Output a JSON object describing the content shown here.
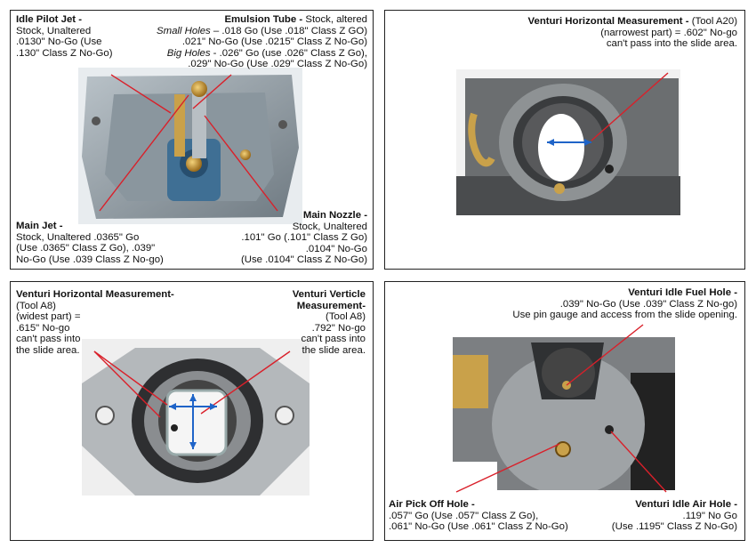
{
  "panel1": {
    "idle_pilot_jet": {
      "title": "Idle Pilot Jet -",
      "lines": [
        "Stock, Unaltered",
        ".0130\" No-Go (Use",
        ".130\" Class Z No-Go)"
      ]
    },
    "emulsion_tube": {
      "title": "Emulsion Tube -",
      "title_suffix": " Stock, altered",
      "small_holes_label": "Small Holes",
      "small_holes_text": " – .018 Go (Use .018\" Class Z GO)",
      "line2": ".021\" No-Go (Use .0215\" Class Z No-Go)",
      "big_holes_label": "Big Holes",
      "big_holes_text": " - .026\" Go (use .026\" Class Z Go),",
      "line4": ".029\" No-Go (Use .029\" Class Z No-Go)"
    },
    "main_jet": {
      "title": "Main Jet -",
      "lines": [
        "Stock, Unaltered  .0365\" Go",
        "(Use .0365\" Class Z Go), .039\"",
        "No-Go (Use .039 Class Z No-go)"
      ]
    },
    "main_nozzle": {
      "title": "Main Nozzle -",
      "lines": [
        "Stock, Unaltered",
        ".101\" Go (.101\" Class Z Go)",
        ".0104\" No-Go",
        "(Use .0104\" Class Z No-Go)"
      ]
    }
  },
  "panel2": {
    "title": "Venturi Horizontal Measurement -",
    "title_suffix": " (Tool A20)",
    "lines": [
      "(narrowest part) = .602\" No-go",
      "can't pass into the slide area."
    ]
  },
  "panel3": {
    "left": {
      "title": "Venturi Horizontal Measurement-",
      "lines": [
        "(Tool A8)",
        "(widest part) =",
        ".615\" No-go",
        "can't pass into",
        "the slide area."
      ]
    },
    "right": {
      "title_lines": [
        "Venturi Verticle",
        "Measurement-"
      ],
      "lines": [
        "(Tool A8)",
        ".792\" No-go",
        "can't pass into",
        "the slide area."
      ]
    }
  },
  "panel4": {
    "idle_fuel_hole": {
      "title": "Venturi Idle Fuel Hole -",
      "lines": [
        ".039\" No-Go (Use .039\" Class Z No-go)",
        "Use pin gauge and access from the slide opening."
      ]
    },
    "air_pick_off": {
      "title": "Air Pick Off Hole -",
      "lines": [
        ".057\" Go (Use .057\" Class Z Go),",
        ".061\" No-Go (Use .061\" Class Z No-Go)"
      ]
    },
    "idle_air_hole": {
      "title": "Venturi Idle Air Hole -",
      "lines": [
        ".119\" No Go",
        "(Use .1195\" Class Z No-Go)"
      ]
    }
  },
  "colors": {
    "pointer": "#d9202a",
    "measure": "#1f64c8",
    "border": "#222222"
  }
}
